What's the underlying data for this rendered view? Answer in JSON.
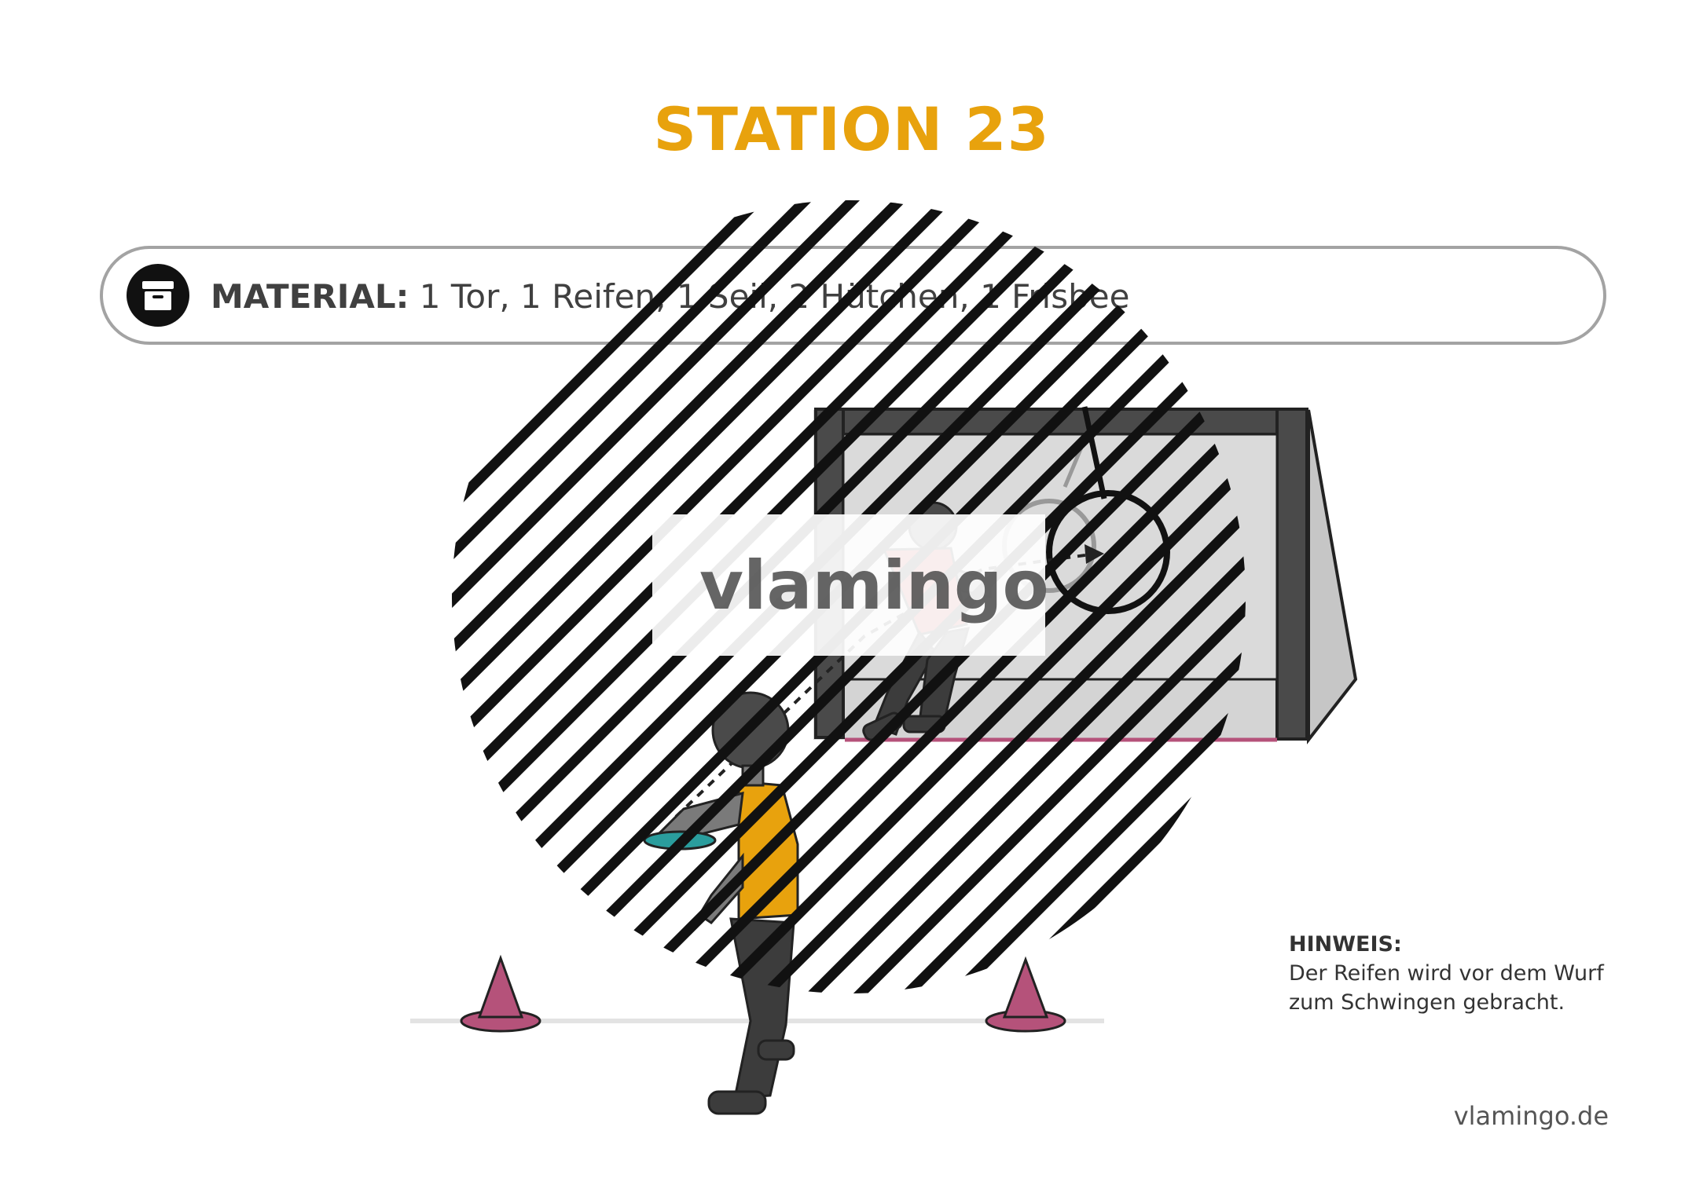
{
  "title": "STATION 23",
  "material": {
    "label": "MATERIAL:",
    "items": "1 Tor, 1 Reifen, 1 Seil, 2 Hütchen, 1 Frisbee",
    "icon": "archive-box-icon"
  },
  "watermark": {
    "text": "vlamingo"
  },
  "hint": {
    "title": "HINWEIS:",
    "line1": "Der Reifen wird vor dem Wurf",
    "line2": "zum Schwingen gebracht."
  },
  "footer": "vlamingo.de",
  "colors": {
    "title": "#e8a20d",
    "cone": "#b5527a",
    "player1_shirt": "#e8a20d",
    "player2_shirt": "#b03030",
    "frisbee": "#2a9d9d",
    "goal_frame": "#3a3a3a"
  }
}
